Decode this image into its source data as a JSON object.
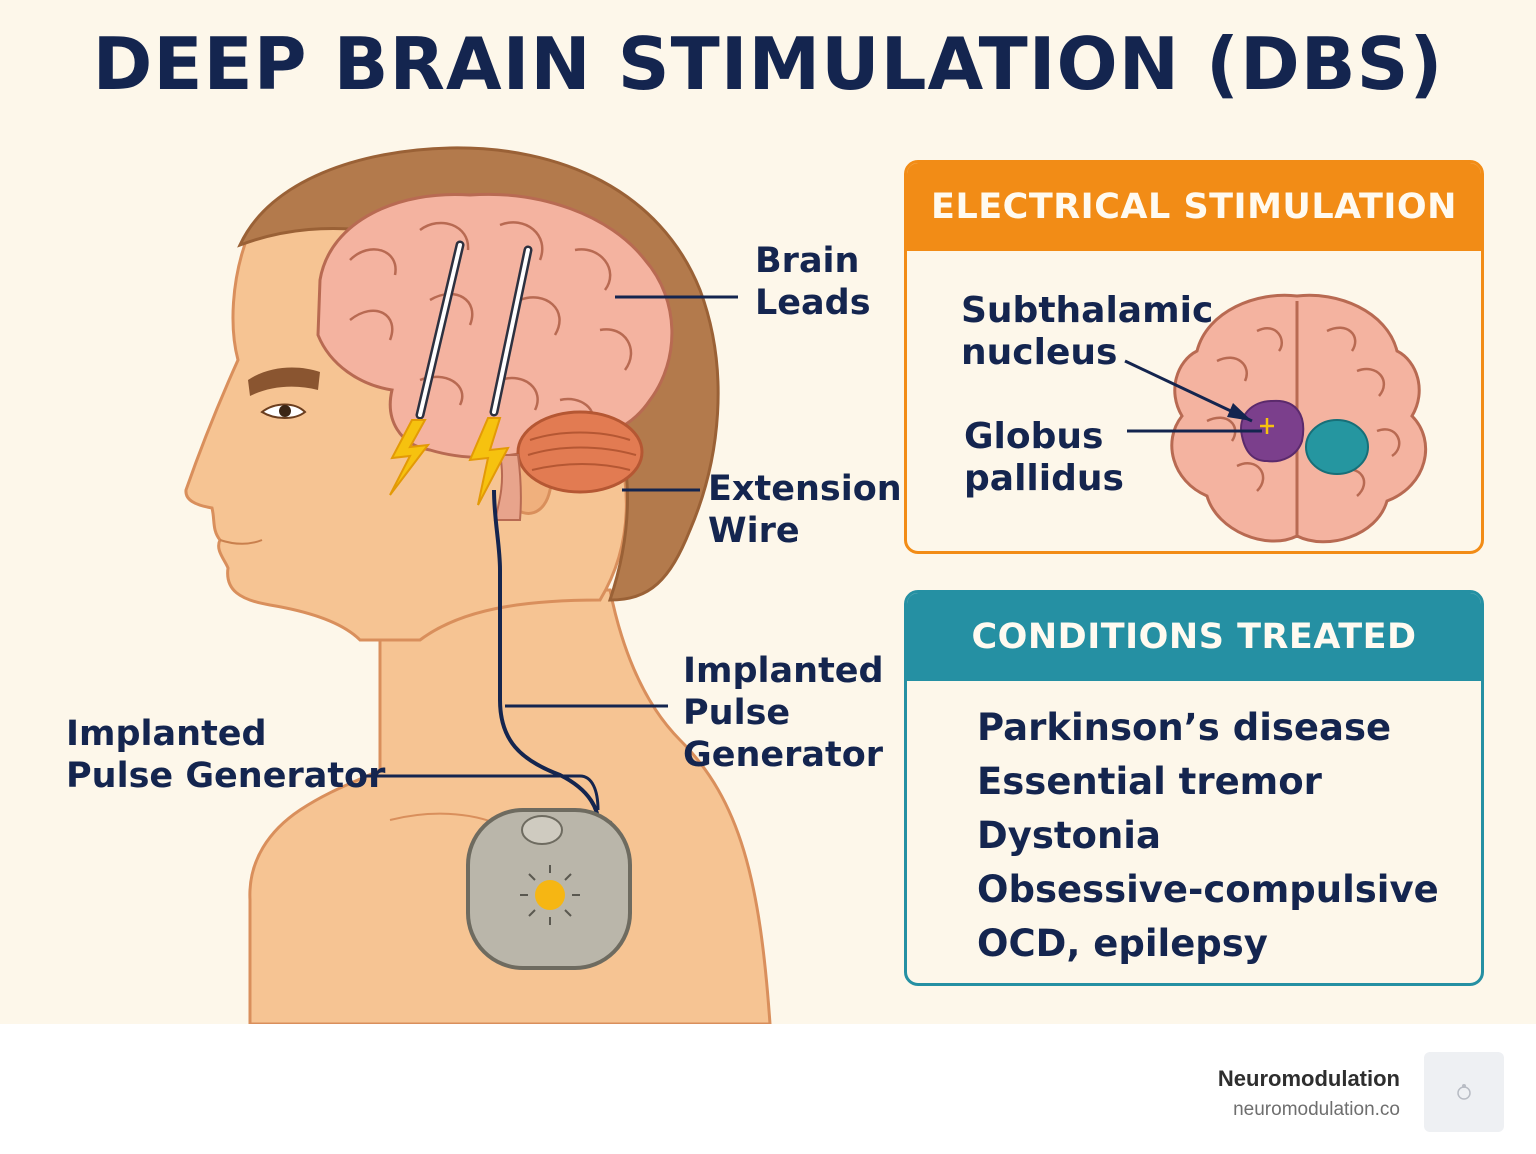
{
  "title": "DEEP BRAIN STIMULATION (DBS)",
  "colors": {
    "title": "#14254f",
    "background": "#fdf7ea",
    "stimulation_accent": "#f28c16",
    "conditions_accent": "#2590a3",
    "skin": "#f6c493",
    "hair": "#b37a4c",
    "brain": "#f4b3a0",
    "subthalamic_marker": "#7b3f8c",
    "globus_marker": "#2596a0",
    "spark": "#f6c20f"
  },
  "illustration": {
    "labels": {
      "brain_leads": [
        "Brain",
        "Leads"
      ],
      "extension_wire": [
        "Extension",
        "Wire"
      ],
      "pulse_generator_right": [
        "Implanted",
        "Pulse",
        "Generator"
      ],
      "pulse_generator_left": [
        "Implanted",
        "Pulse Generator"
      ]
    },
    "icons": [
      "head-profile-icon",
      "brain-icon",
      "lead-electrode-icon",
      "lightning-bolt-icon",
      "pulse-generator-icon"
    ]
  },
  "stimulation_panel": {
    "heading": "ELECTRICAL STIMULATION",
    "labels": {
      "subthalamic": [
        "Subthalamic",
        "nucleus"
      ],
      "globus": [
        "Globus",
        "pallidus"
      ]
    },
    "icons": [
      "brain-top-view-icon"
    ]
  },
  "conditions_panel": {
    "heading": "CONDITIONS TREATED",
    "items": [
      "Parkinson’s disease",
      "Essential tremor",
      "Dystonia",
      "Obsessive-compulsive",
      "OCD, epilepsy"
    ]
  },
  "footer": {
    "brand_name": "Neuromodulation",
    "brand_url": "neuromodulation.co",
    "logo_icon": "brand-logo-icon"
  }
}
